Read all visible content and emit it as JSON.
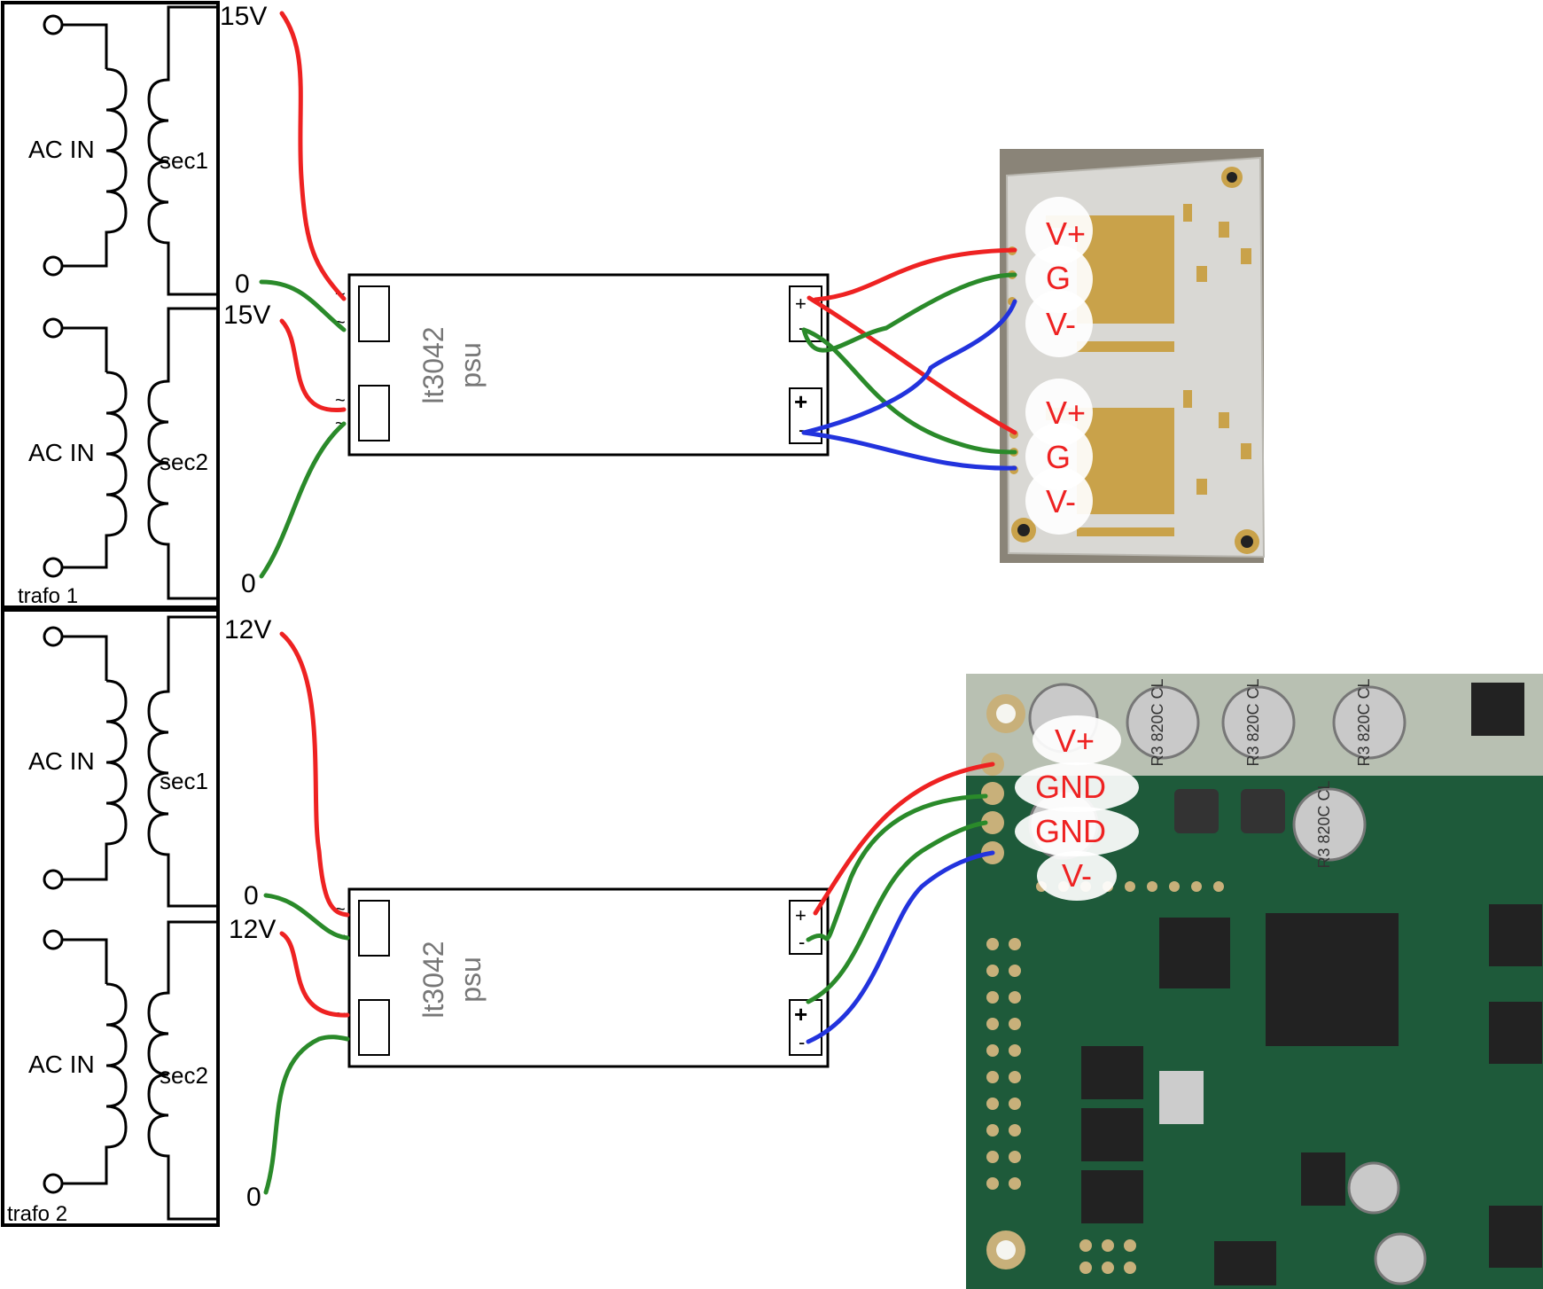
{
  "colors": {
    "red": "#ee2222",
    "green": "#2a8a2a",
    "blue": "#2233dd",
    "black": "#000000",
    "board_silk": "#d9d8d4",
    "pad_gold": "#c9a24a",
    "pcb_green": "#1e5a3a",
    "cap_gray": "#c9c9c9"
  },
  "trafo1": {
    "label": "trafo 1",
    "primary_top": "AC IN",
    "primary_bottom": "AC IN",
    "sec_top": "sec1",
    "sec_bottom": "sec2"
  },
  "trafo2": {
    "label": "trafo 2",
    "primary_top": "AC IN",
    "primary_bottom": "AC IN",
    "sec_top": "sec1",
    "sec_bottom": "sec2"
  },
  "top_taps": {
    "t1": "15V",
    "t2": "0",
    "t3": "15V",
    "t4": "0"
  },
  "bottom_taps": {
    "t1": "12V",
    "t2": "0",
    "t3": "12V",
    "t4": "0"
  },
  "psu_top": {
    "name": "lt3042",
    "sub": "psu",
    "plus": "+",
    "minus": "-",
    "ac": "~"
  },
  "psu_bottom": {
    "name": "lt3042",
    "sub": "psu",
    "plus": "+",
    "minus": "-",
    "ac": "~"
  },
  "board1": {
    "vplus1": "V+",
    "g1": "G",
    "vminus1": "V-",
    "vplus2": "V+",
    "g2": "G",
    "vminus2": "V-"
  },
  "board2": {
    "vplus": "V+",
    "gnd1": "GND",
    "gnd2": "GND",
    "vminus": "V-",
    "cap_marking": "R3 820C CL"
  }
}
